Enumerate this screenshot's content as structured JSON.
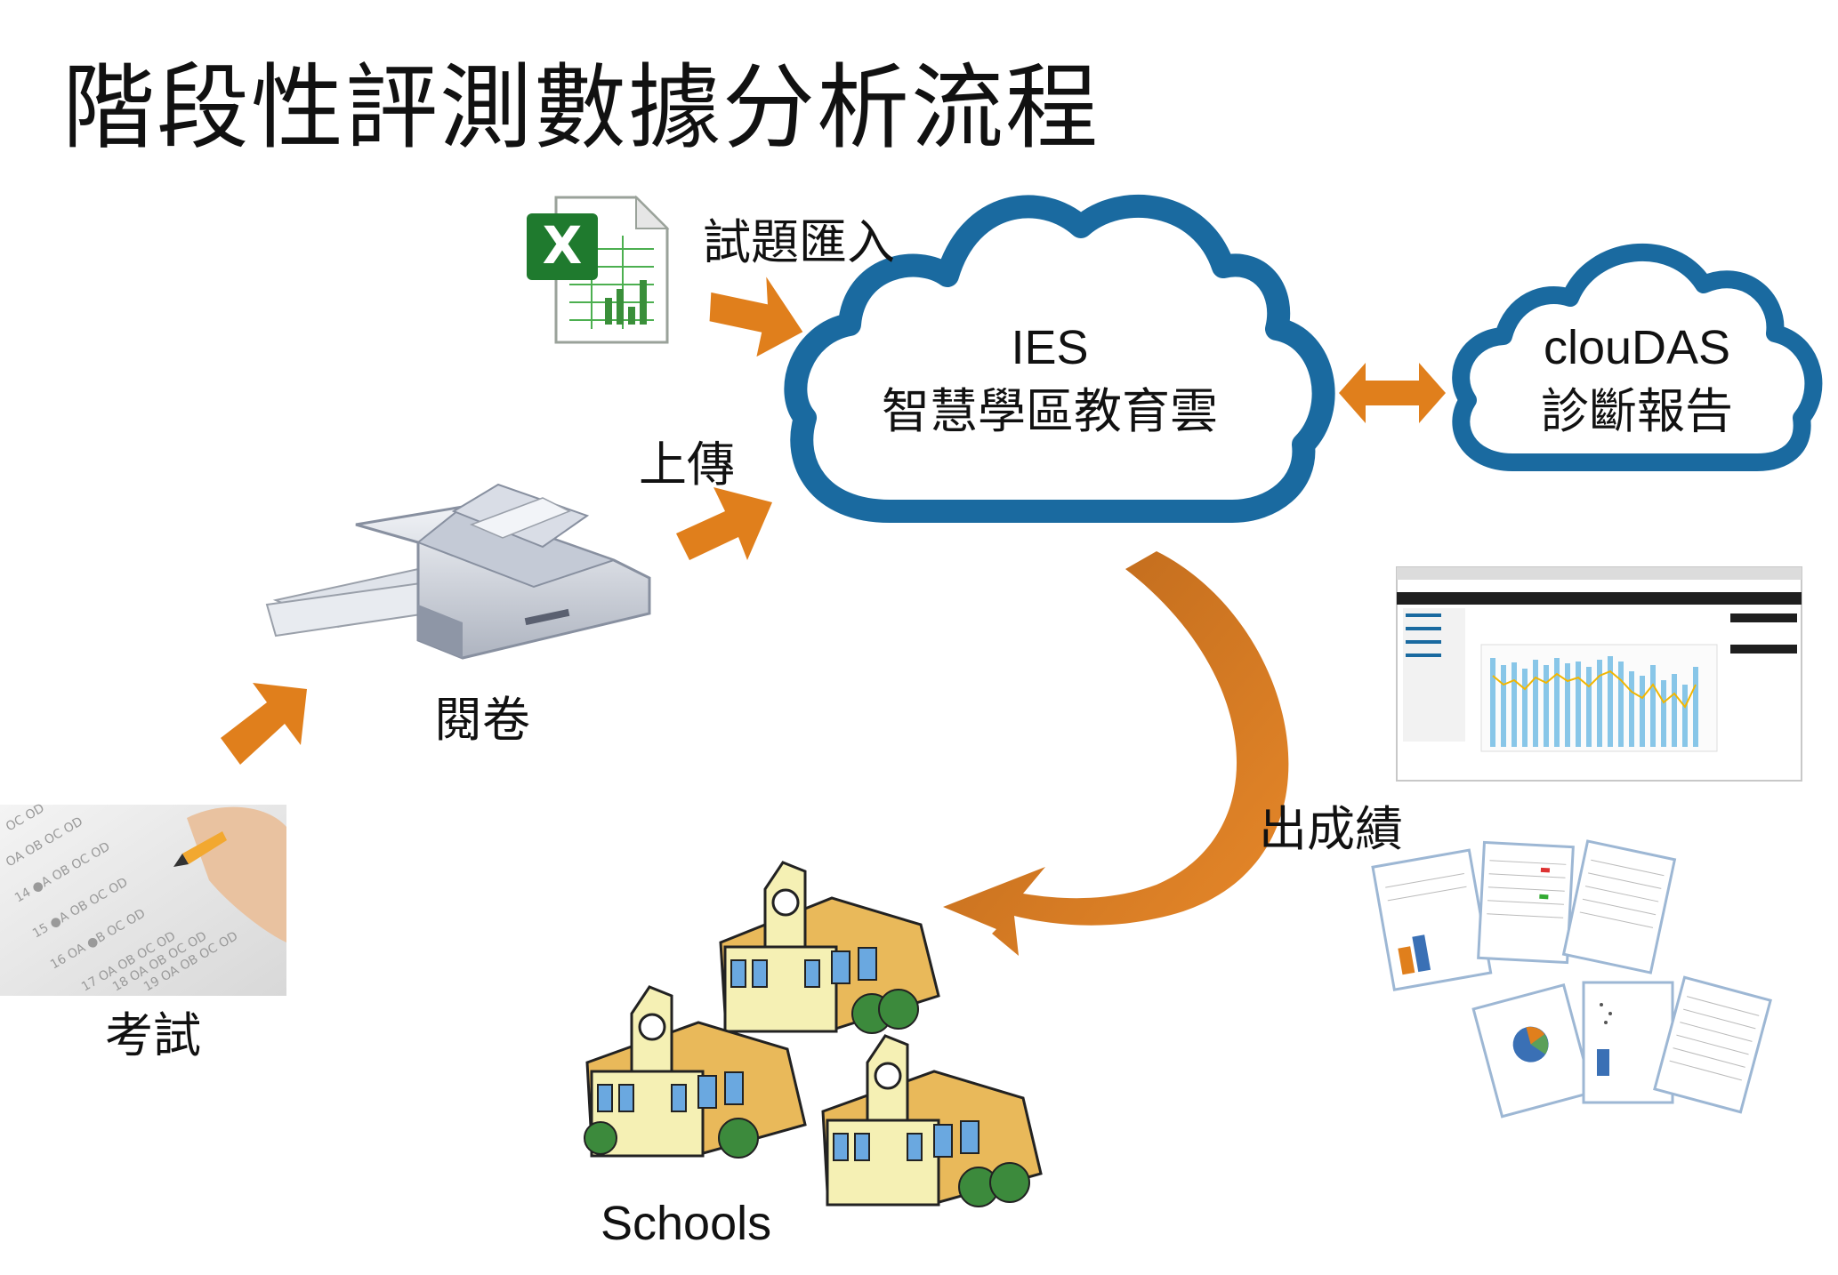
{
  "title": "階段性評測數據分析流程",
  "labels": {
    "import": "試題匯入",
    "upload": "上傳",
    "scan": "閱卷",
    "exam": "考試",
    "results": "出成績",
    "schools": "Schools"
  },
  "ies_cloud": {
    "line1": "IES",
    "line2": "智慧學區教育雲"
  },
  "cloudas_cloud": {
    "line1": "clouDAS",
    "line2": "診斷報告"
  },
  "colors": {
    "cloud": "#1a6aa0",
    "arrow": "#e07f1c",
    "arrow_dark": "#b0621a",
    "excel": "#1f7a2e"
  },
  "icons": [
    "excel-file-icon",
    "scanner-icon",
    "exam-sheet-icon",
    "school-building-icon",
    "report-screenshot-icon",
    "report-documents-icon"
  ]
}
